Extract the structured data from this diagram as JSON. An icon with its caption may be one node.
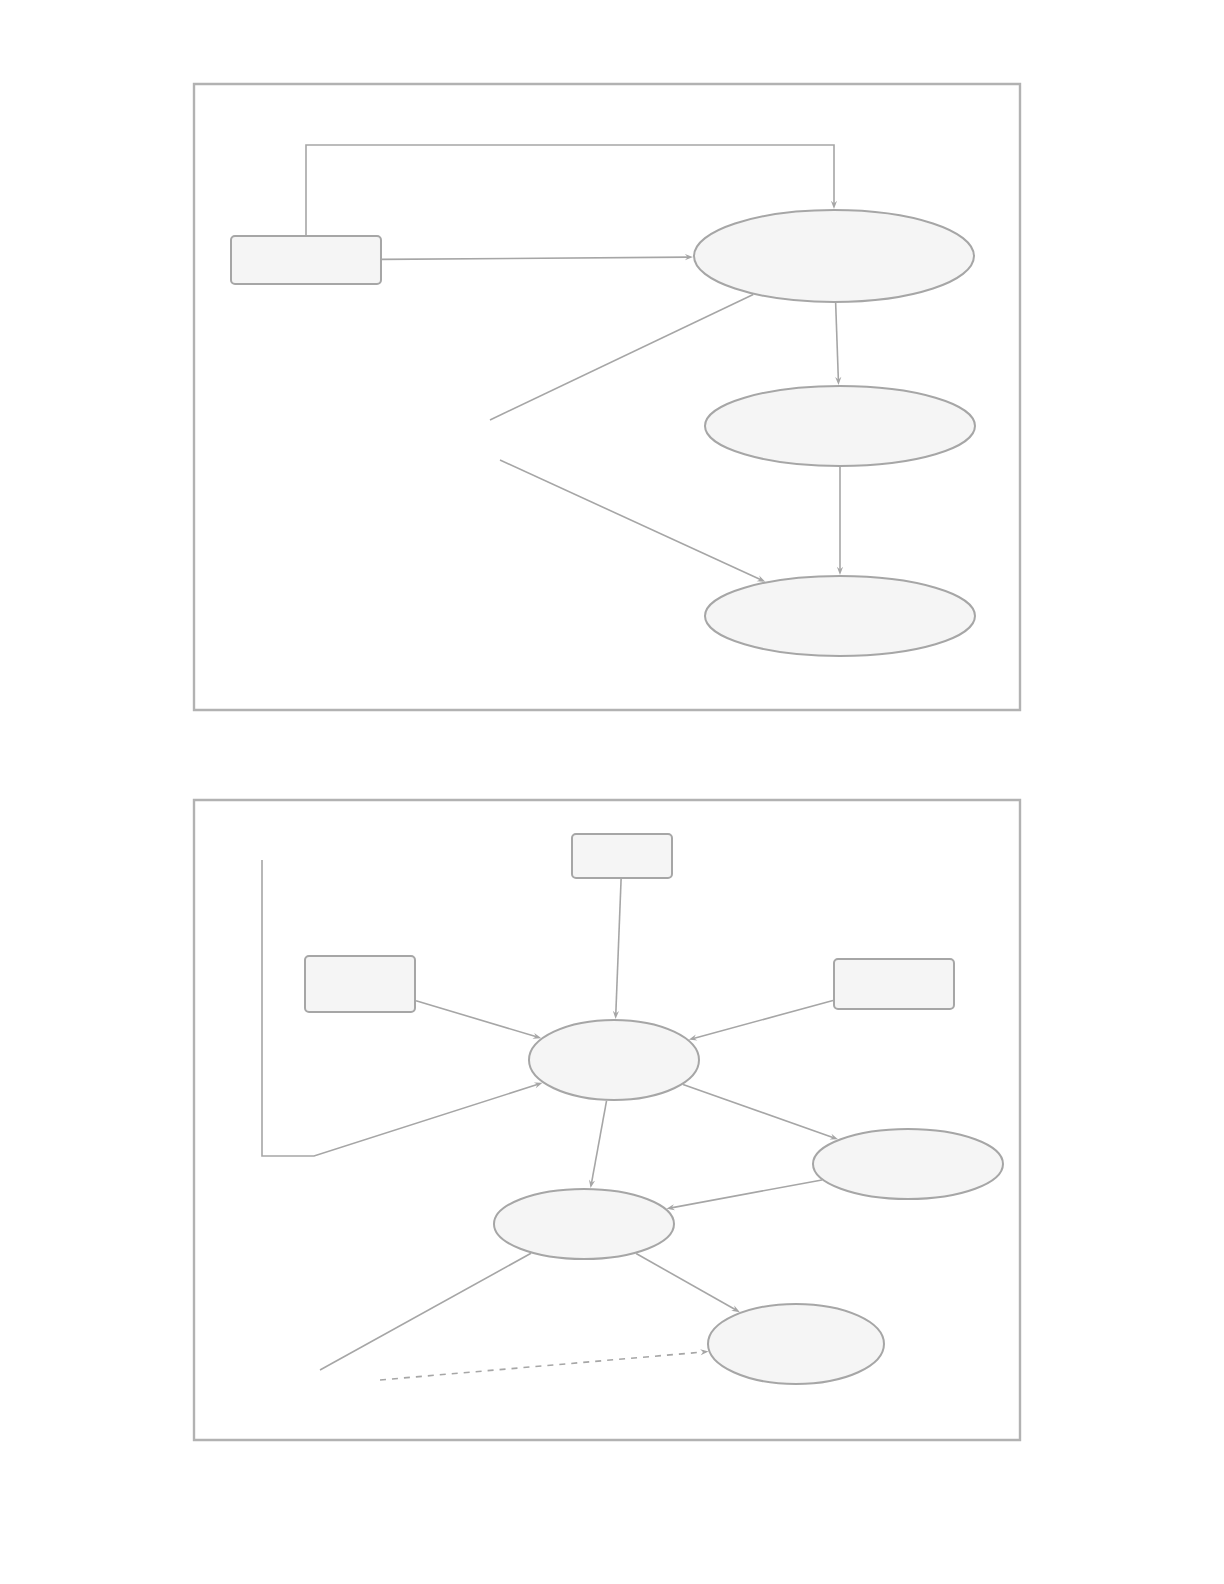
{
  "diagram": {
    "nodes": [
      {
        "text": [],
        "shape": "box"
      },
      {
        "text": [],
        "shape": "ellipse"
      },
      {
        "text": [],
        "shape": "ellipse"
      },
      {
        "text": [],
        "shape": "ellipse"
      },
      {
        "text": [],
        "shape": "box"
      },
      {
        "text": [],
        "shape": "box"
      },
      {
        "text": [],
        "shape": "box"
      },
      {
        "text": [],
        "shape": "ellipse"
      },
      {
        "text": [],
        "shape": "ellipse"
      },
      {
        "text": [],
        "shape": "ellipse"
      },
      {
        "text": [],
        "shape": "ellipse"
      }
    ],
    "edges": [
      {
        "from": 0,
        "to": 1,
        "arrow": "to"
      },
      {
        "from": 0,
        "to": 1,
        "arrow": "to"
      },
      {
        "from": 1,
        "to": 2,
        "arrow": "to"
      },
      {
        "from": 2,
        "to": 3,
        "arrow": "to"
      },
      {
        "from": 1,
        "to": null,
        "arrow": "none"
      },
      {
        "from": null,
        "to": 3,
        "arrow": "to"
      },
      {
        "from": 4,
        "to": 7,
        "arrow": "to"
      },
      {
        "from": 5,
        "to": 7,
        "arrow": "to"
      },
      {
        "from": 6,
        "to": 7,
        "arrow": "to"
      },
      {
        "from": 7,
        "to": 8,
        "arrow": "to"
      },
      {
        "from": 8,
        "to": 9,
        "arrow": "to"
      },
      {
        "from": 7,
        "to": 9,
        "arrow": "to"
      },
      {
        "from": 9,
        "to": null,
        "arrow": "none"
      },
      {
        "from": 9,
        "to": 10,
        "arrow": "to"
      },
      {
        "from": null,
        "to": 10,
        "arrow": "to",
        "style": "dashed"
      },
      {
        "from": null,
        "to": 7,
        "arrow": "to"
      }
    ]
  }
}
